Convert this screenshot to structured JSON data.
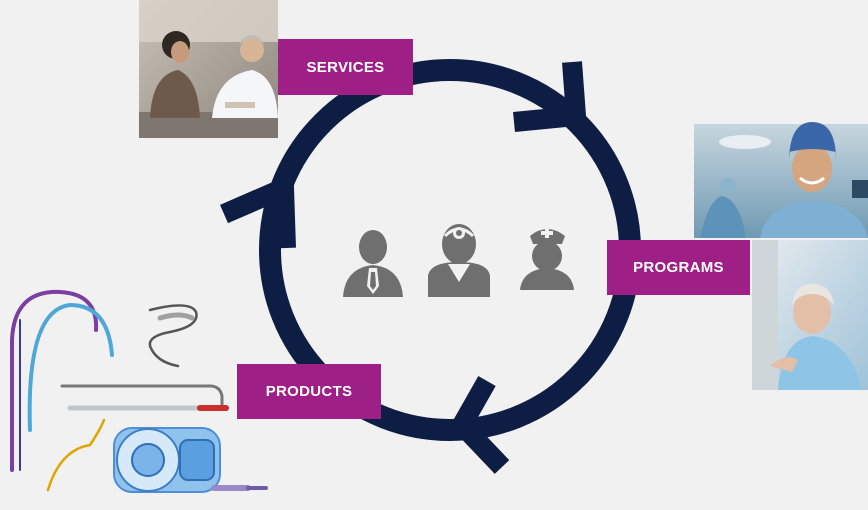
{
  "colors": {
    "background": "#f2f1f2",
    "cycle_stroke": "#0e1d43",
    "label_bg": "#9e1f86",
    "label_text": "#ffffff",
    "people_icon": "#6f6f6f"
  },
  "labels": {
    "services": "SERVICES",
    "programs": "PROGRAMS",
    "products": "PRODUCTS"
  },
  "center_icons": [
    "businessman-icon",
    "doctor-icon",
    "nurse-icon"
  ],
  "photos": [
    "consultation-photo",
    "surgeon-photo",
    "patient-photo",
    "medical-devices-photo"
  ]
}
